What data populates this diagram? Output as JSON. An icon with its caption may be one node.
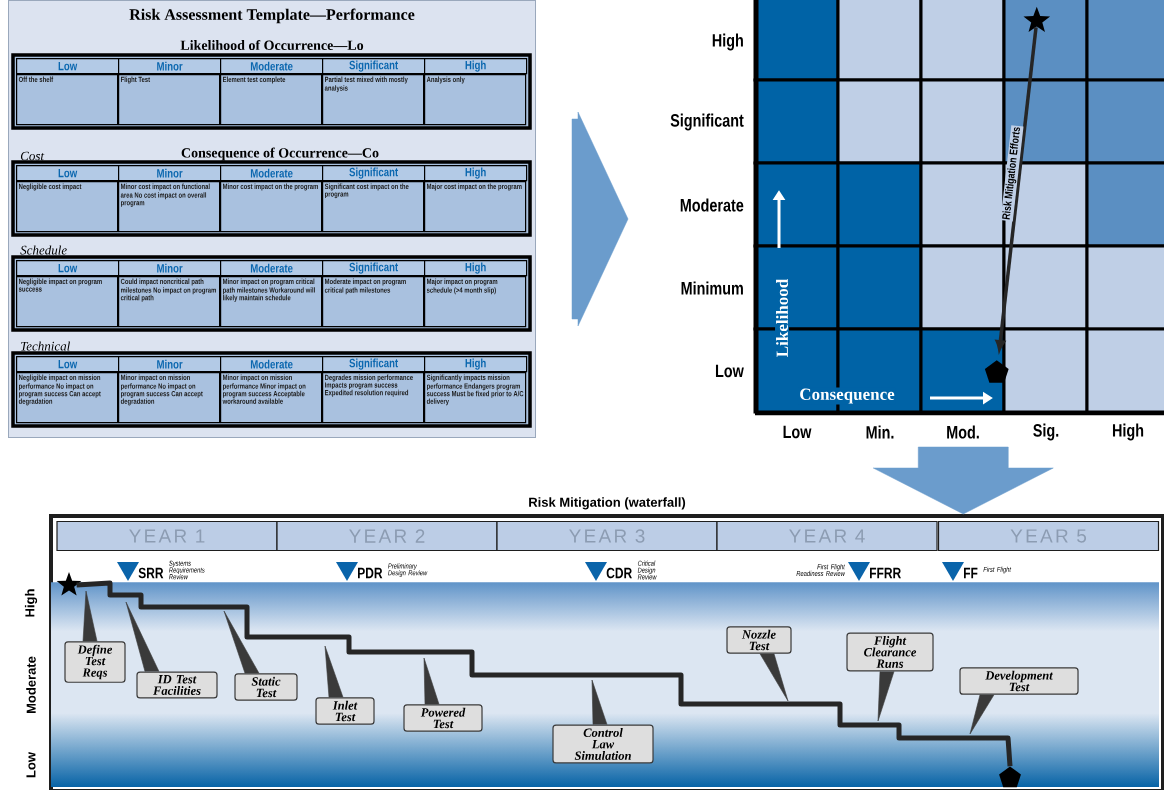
{
  "diagram": {
    "nodes": [
      {
        "text": [
          "Risk Assessment Template—Performance"
        ]
      },
      {
        "text": [],
        "shape": "box"
      },
      {
        "text": [],
        "shape": "star",
        "in": 1
      },
      {
        "text": [],
        "shape": "pentagon",
        "in": 1
      },
      {
        "text": [
          "Risk Mitigation (waterfall)"
        ]
      },
      {
        "text": [
          "YEAR 1"
        ],
        "in": 4
      },
      {
        "text": [
          "YEAR 2"
        ],
        "in": 4
      },
      {
        "text": [
          "YEAR 3"
        ],
        "in": 4
      },
      {
        "text": [
          "YEAR 4"
        ],
        "in": 4
      },
      {
        "text": [
          "YEAR 5"
        ],
        "in": 4
      },
      {
        "text": [],
        "shape": "star",
        "in": 4
      },
      {
        "text": [],
        "shape": "pentagon",
        "in": 4
      },
      {
        "text": [
          "Define Test Reqs"
        ],
        "in": 4
      },
      {
        "text": [
          "ID Test Facilities"
        ],
        "in": 4
      },
      {
        "text": [
          "Static Test"
        ],
        "in": 4
      },
      {
        "text": [
          "Inlet Test"
        ],
        "in": 4
      },
      {
        "text": [
          "Powered Test"
        ],
        "in": 4
      },
      {
        "text": [
          "Control Law Simulation"
        ],
        "in": 4
      },
      {
        "text": [
          "Nozzle Test"
        ],
        "in": 4
      },
      {
        "text": [
          "Flight Clearance Runs"
        ],
        "in": 4
      },
      {
        "text": [
          "Development Test"
        ],
        "in": 4
      }
    ],
    "edges": [
      {
        "from": 0,
        "to": 1,
        "arrow": "to",
        "style": "thick",
        "color": "#6b9ccc"
      },
      {
        "from": 1,
        "to": 4,
        "arrow": "to",
        "style": "thick",
        "color": "#6b9ccc"
      },
      {
        "from": 2,
        "to": 3,
        "arrow": "to",
        "label": "Risk Mitigation Efforts",
        "style": "thick"
      },
      {
        "from": 10,
        "to": 11,
        "arrow": "none",
        "style": "thick"
      },
      {
        "from": 12,
        "to": null,
        "arrow": "to"
      },
      {
        "from": 13,
        "to": null,
        "arrow": "to"
      },
      {
        "from": 14,
        "to": null,
        "arrow": "to"
      },
      {
        "from": 15,
        "to": null,
        "arrow": "to"
      },
      {
        "from": 16,
        "to": null,
        "arrow": "to"
      },
      {
        "from": 17,
        "to": null,
        "arrow": "to"
      },
      {
        "from": 18,
        "to": null,
        "arrow": "to"
      },
      {
        "from": 19,
        "to": null,
        "arrow": "to"
      },
      {
        "from": 20,
        "to": null,
        "arrow": "to"
      }
    ],
    "labels": [
      "Likelihood of Occurrence—Lo",
      "Low",
      "Minor",
      "Moderate",
      "Significant",
      "High",
      "Off the shelf",
      "Flight Test",
      "Element test complete",
      "Partial test mixed with mostly analysis",
      "Analysis only",
      "Cost",
      "Consequence of Occurrence—Co",
      "Low",
      "Minor",
      "Moderate",
      "Significant",
      "High",
      "Negligible cost impact",
      "Minor cost impact on functional area No cost impact on overall program",
      "Minor cost impact on the program",
      "Significant cost impact on the program",
      "Major cost impact on the program",
      "Schedule",
      "Low",
      "Minor",
      "Moderate",
      "Significant",
      "High",
      "Negligible impact on program success",
      "Could impact noncritical path milestones No impact on program critical path",
      "Minor impact on program critical path milestones Workaround will likely maintain schedule",
      "Moderate impact on program critical path milestones",
      "Major impact on program schedule (>4 month slip)",
      "Technical",
      "Low",
      "Minor",
      "Moderate",
      "Significant",
      "High",
      "Negligible impact on mission performance No impact on program success Can accept degradation",
      "Minor impact on mission performance No impact on program success Can accept degradation",
      "Minor impact on mission performance Minor impact on program success Acceptable workaround available",
      "Degrades mission performance Impacts program success Expedited resolution required",
      "Significantly impacts mission performance Endangers program success Must be fixed prior to A/C delivery",
      "High",
      "Significant",
      "Moderate",
      "Minimum",
      "Low",
      "Likelihood",
      "Consequence",
      "Low",
      "Min.",
      "Mod.",
      "Sig.",
      "High",
      "SRR",
      "Systems Requirements Review",
      "PDR",
      "Preliminary Design Review",
      "CDR",
      "Critical Design Review",
      "First Flight Readiness Review",
      "FFRR",
      "FF",
      "First Flight",
      "High",
      "Moderate",
      "Low"
    ]
  }
}
